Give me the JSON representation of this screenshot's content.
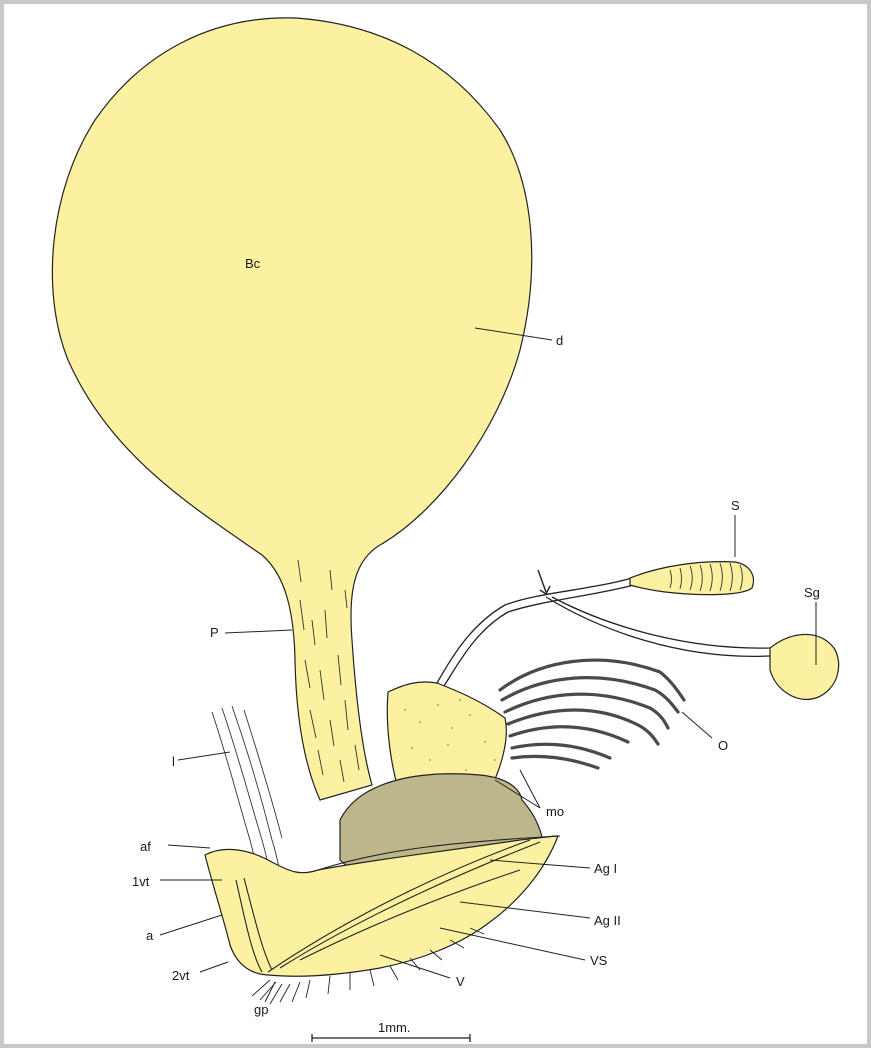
{
  "colors": {
    "fill": "#fbf1a0",
    "frame": "#c8c8c8",
    "ink": "#222222",
    "stipple": "#8a8a6a",
    "dark": "#4a4a4a"
  },
  "labels": {
    "Bc": "Bc",
    "d": "d",
    "S": "S",
    "Sg": "Sg",
    "P": "P",
    "O": "O",
    "l": "l",
    "mo": "mo",
    "af": "af",
    "AgI": "Ag I",
    "fvt": "1vt",
    "AgII": "Ag II",
    "a": "a",
    "VS": "VS",
    "vt2": "2vt",
    "V": "V",
    "gp": "gp",
    "scale": "1mm."
  }
}
